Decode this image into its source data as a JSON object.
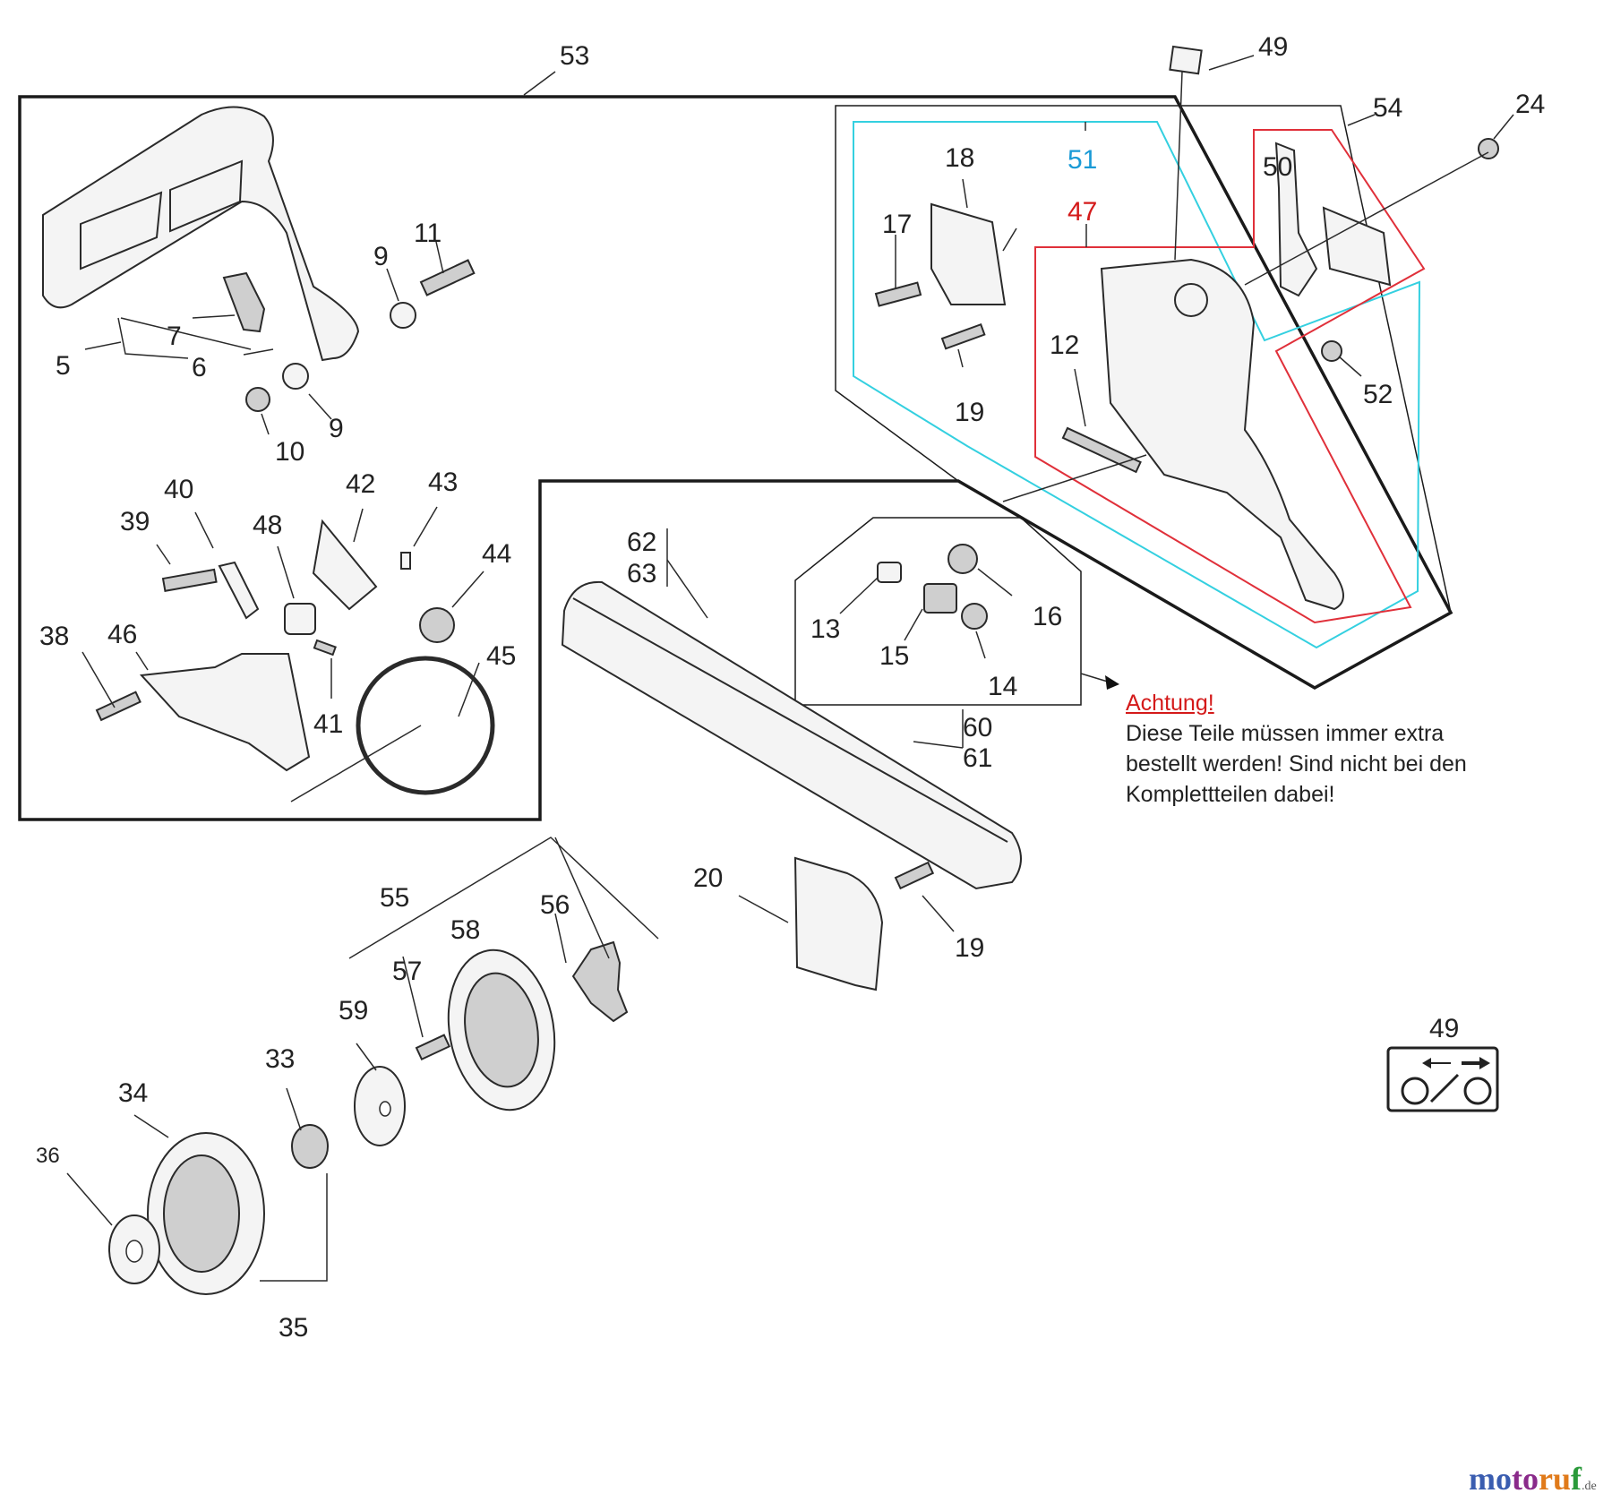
{
  "callouts": {
    "n53": "53",
    "n49a": "49",
    "n54": "54",
    "n24": "24",
    "n51": "51",
    "n47": "47",
    "n50": "50",
    "n18": "18",
    "n17": "17",
    "n12": "12",
    "n52": "52",
    "n19a": "19",
    "n11": "11",
    "n9a": "9",
    "n7": "7",
    "n5": "5",
    "n6": "6",
    "n9b": "9",
    "n10": "10",
    "n40": "40",
    "n42": "42",
    "n43": "43",
    "n39": "39",
    "n48": "48",
    "n44": "44",
    "n38": "38",
    "n46": "46",
    "n45": "45",
    "n41": "41",
    "n62": "62",
    "n63": "63",
    "n60": "60",
    "n61": "61",
    "n13": "13",
    "n15": "15",
    "n16": "16",
    "n14": "14",
    "n20": "20",
    "n19b": "19",
    "n55": "55",
    "n56": "56",
    "n58": "58",
    "n57": "57",
    "n59": "59",
    "n33": "33",
    "n34": "34",
    "n36": "36",
    "n35": "35",
    "n49b": "49"
  },
  "note": {
    "title": "Achtung!",
    "line1": "Diese Teile müssen immer extra",
    "line2": "bestellt werden! Sind nicht bei den",
    "line3": "Komplettteilen dabei!"
  },
  "brand": {
    "p1": "mo",
    "p2": "to",
    "p3": "ru",
    "p4": "f",
    "tld": ".de"
  },
  "colors": {
    "group51": "#34d0e0",
    "group47": "#e0303a",
    "note_title": "#d41a1a"
  }
}
